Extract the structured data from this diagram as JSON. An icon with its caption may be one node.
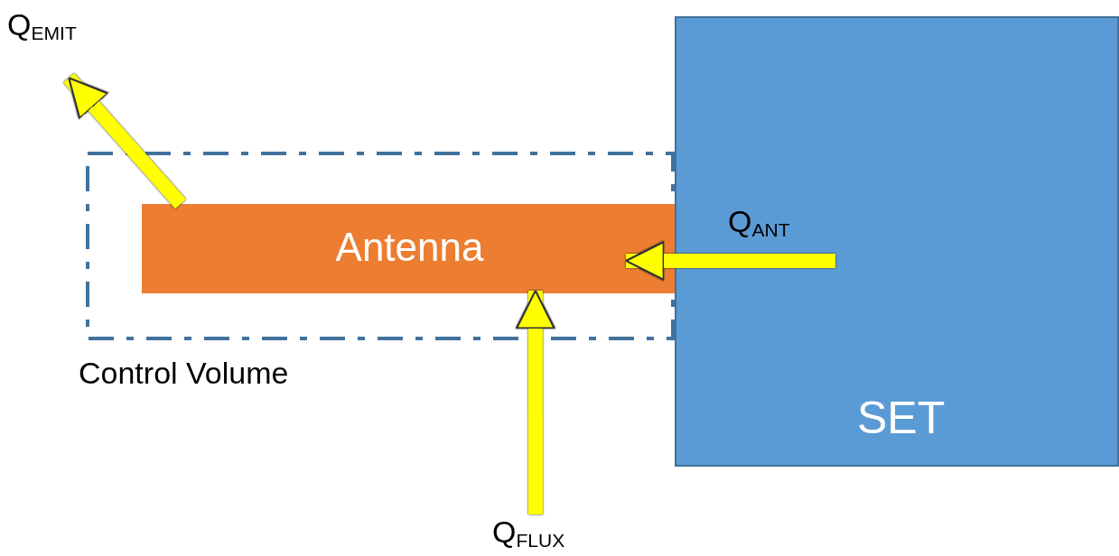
{
  "diagram": {
    "nodes": [
      {
        "text": [
          "Control Volume"
        ]
      },
      {
        "text": [
          "Antenna"
        ],
        "in": 0
      },
      {
        "text": [
          "SET"
        ]
      },
      {
        "text": [
          "Q$_{EMIT}$"
        ]
      },
      {
        "text": [
          "Q$_{FLUX}$"
        ]
      }
    ],
    "edges": [
      {
        "from": 1,
        "to": 3,
        "arrow": "to"
      },
      {
        "from": 4,
        "to": 1,
        "arrow": "to"
      },
      {
        "from": 2,
        "to": 1,
        "arrow": "to",
        "label": "Q$_{ANT}$"
      }
    ]
  }
}
